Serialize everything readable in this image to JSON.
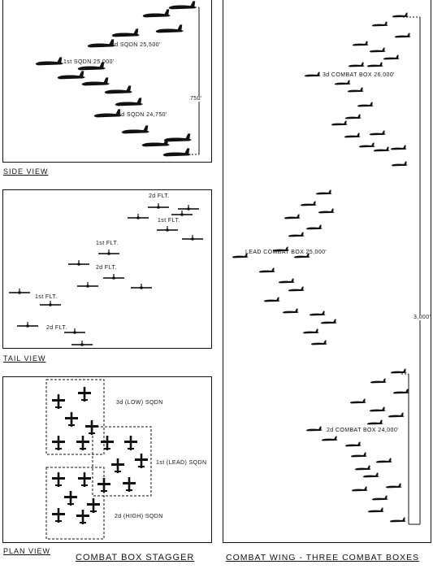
{
  "side_view": {
    "caption": "SIDE VIEW",
    "labels": {
      "sqdn2": "2d SQDN 25,500'",
      "sqdn1": "1st SQDN 25,000'",
      "sqdn3": "3d SQDN 24,750'",
      "height": "750'"
    }
  },
  "tail_view": {
    "caption": "TAIL VIEW",
    "labels": {
      "flt2_top": "2d FLT.",
      "flt1_top": "1st FLT.",
      "flt1_mid": "1st FLT.",
      "flt2_mid": "2d FLT.",
      "flt1_low": "1st FLT.",
      "flt2_low": "2d FLT."
    }
  },
  "plan_view": {
    "caption": "PLAN VIEW",
    "labels": {
      "low": "3d (LOW) SQDN",
      "lead": "1st (LEAD) SQDN",
      "high": "2d (HIGH) SQDN"
    }
  },
  "combat_wing": {
    "labels": {
      "box3": "3d COMBAT BOX 26,000'",
      "lead": "LEAD COMBAT BOX 25,000'",
      "box2": "2d COMBAT BOX 24,000'",
      "height": "3,000'"
    }
  },
  "titles": {
    "left": "COMBAT BOX STAGGER",
    "right": "COMBAT WING - THREE COMBAT BOXES"
  }
}
